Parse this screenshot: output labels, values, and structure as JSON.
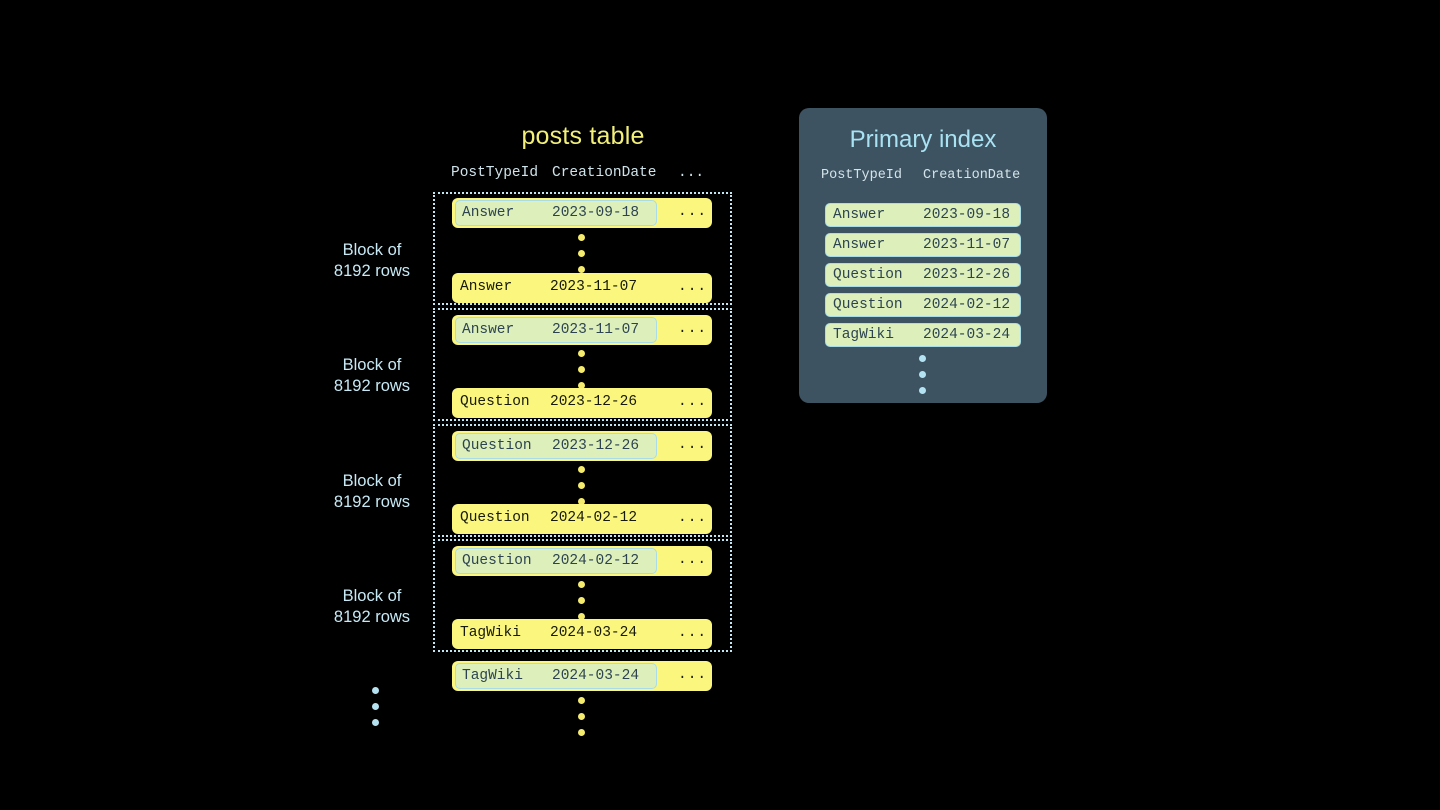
{
  "posts_table": {
    "title": "posts table",
    "column_headers": {
      "type": "PostTypeId",
      "date": "CreationDate",
      "more": "..."
    },
    "block_label_line1": "Block of",
    "block_label_line2": "8192 rows",
    "blocks": [
      {
        "first_row": {
          "type": "Answer",
          "date": "2023-09-18",
          "more": "...",
          "highlighted": true
        },
        "last_row": {
          "type": "Answer",
          "date": "2023-11-07",
          "more": "...",
          "highlighted": false
        }
      },
      {
        "first_row": {
          "type": "Answer",
          "date": "2023-11-07",
          "more": "...",
          "highlighted": true
        },
        "last_row": {
          "type": "Question",
          "date": "2023-12-26",
          "more": "...",
          "highlighted": false
        }
      },
      {
        "first_row": {
          "type": "Question",
          "date": "2023-12-26",
          "more": "...",
          "highlighted": true
        },
        "last_row": {
          "type": "Question",
          "date": "2024-02-12",
          "more": "...",
          "highlighted": false
        }
      },
      {
        "first_row": {
          "type": "Question",
          "date": "2024-02-12",
          "more": "...",
          "highlighted": true
        },
        "last_row": {
          "type": "TagWiki",
          "date": "2024-03-24",
          "more": "...",
          "highlighted": false
        }
      }
    ],
    "trailing_row": {
      "type": "TagWiki",
      "date": "2024-03-24",
      "more": "...",
      "highlighted": true
    }
  },
  "primary_index": {
    "title": "Primary index",
    "column_headers": {
      "type": "PostTypeId",
      "date": "CreationDate"
    },
    "rows": [
      {
        "type": "Answer",
        "date": "2023-09-18"
      },
      {
        "type": "Answer",
        "date": "2023-11-07"
      },
      {
        "type": "Question",
        "date": "2023-12-26"
      },
      {
        "type": "Question",
        "date": "2024-02-12"
      },
      {
        "type": "TagWiki",
        "date": "2024-03-24"
      }
    ]
  },
  "colors": {
    "background": "#000000",
    "row_yellow": "#fbf77e",
    "mark_green": "#ddf0bc",
    "mark_border": "#a9dbe8",
    "panel_slate": "#3d5361",
    "accent_blue": "#a9e2f2",
    "title_yellow": "#f2f07a",
    "dot_yellow": "#f5ec6e",
    "dot_blue": "#b5e2f2"
  }
}
